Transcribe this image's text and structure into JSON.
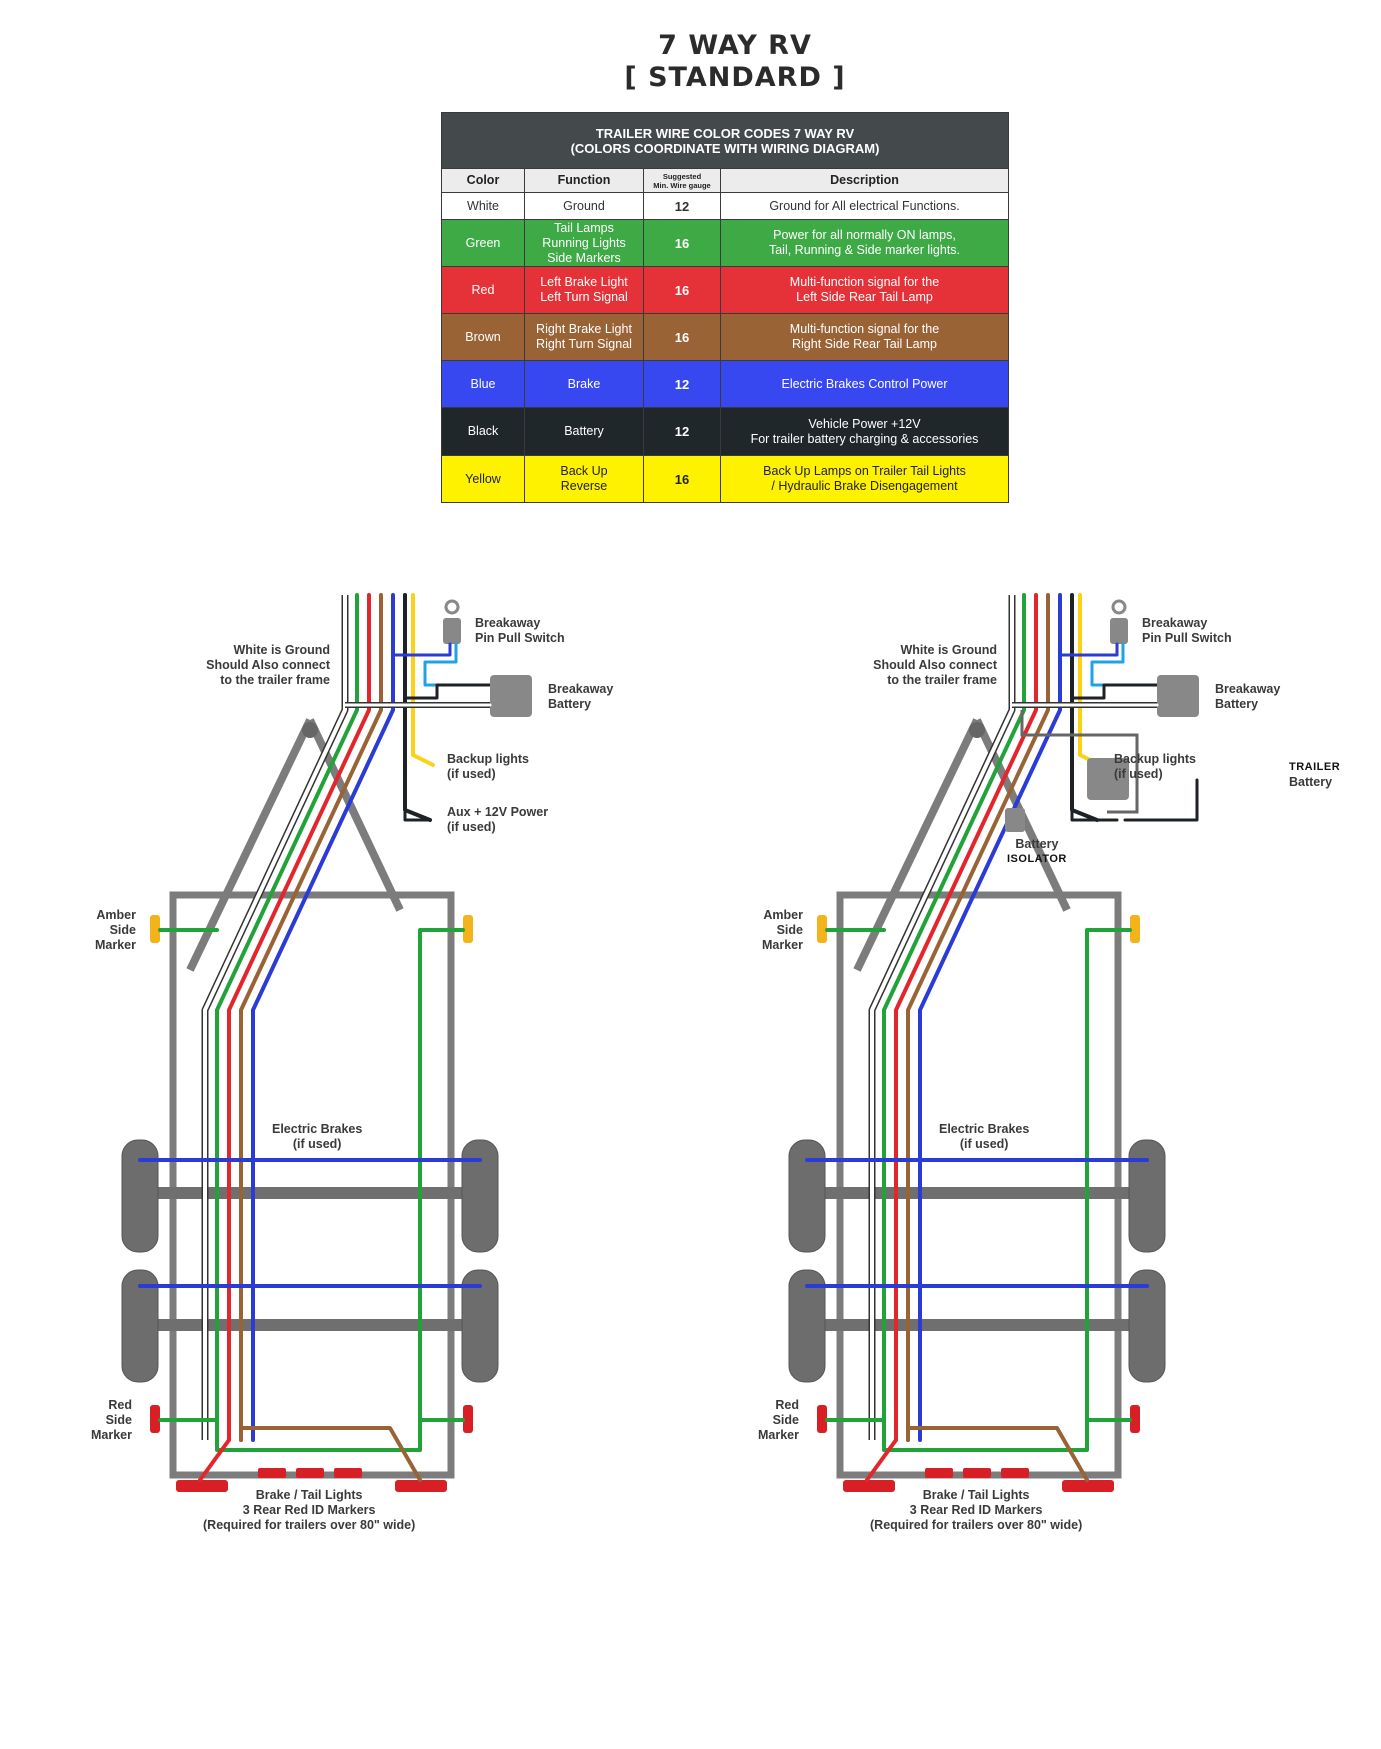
{
  "title": {
    "line1": "7 WAY RV",
    "line2": "[ STANDARD ]"
  },
  "table": {
    "heading_line1": "TRAILER WIRE COLOR CODES  7 WAY RV",
    "heading_line2": "(COLORS COORDINATE WITH WIRING DIAGRAM)",
    "columns": {
      "color": "Color",
      "function": "Function",
      "gauge_line1": "Suggested",
      "gauge_line2": "Min. Wire gauge",
      "description": "Description"
    },
    "rows": [
      {
        "color": "White",
        "function": [
          "Ground"
        ],
        "gauge": "12",
        "description": [
          "Ground for All electrical Functions."
        ],
        "bg": "#ffffff",
        "fg": "#333333"
      },
      {
        "color": "Green",
        "function": [
          "Tail Lamps",
          "Running Lights",
          "Side Markers"
        ],
        "gauge": "16",
        "description": [
          "Power for all normally ON lamps,",
          "Tail, Running & Side marker lights."
        ],
        "bg": "#3daa46",
        "fg": "#ffffff"
      },
      {
        "color": "Red",
        "function": [
          "Left Brake Light",
          "Left Turn Signal"
        ],
        "gauge": "16",
        "description": [
          "Multi-function signal for the",
          "Left Side Rear Tail Lamp"
        ],
        "bg": "#e53238",
        "fg": "#ffffff"
      },
      {
        "color": "Brown",
        "function": [
          "Right Brake Light",
          "Right Turn Signal"
        ],
        "gauge": "16",
        "description": [
          "Multi-function signal for the",
          "Right Side Rear Tail Lamp"
        ],
        "bg": "#9a6336",
        "fg": "#ffffff"
      },
      {
        "color": "Blue",
        "function": [
          "Brake"
        ],
        "gauge": "12",
        "description": [
          "Electric Brakes Control Power"
        ],
        "bg": "#3848f0",
        "fg": "#ffffff"
      },
      {
        "color": "Black",
        "function": [
          "Battery"
        ],
        "gauge": "12",
        "description": [
          "Vehicle Power +12V",
          "For trailer battery charging & accessories"
        ],
        "bg": "#1f272b",
        "fg": "#ffffff"
      },
      {
        "color": "Yellow",
        "function": [
          "Back Up",
          "Reverse"
        ],
        "gauge": "16",
        "description": [
          "Back Up Lamps on Trailer Tail Lights",
          "/ Hydraulic Brake Disengagement"
        ],
        "bg": "#fef200",
        "fg": "#222222"
      }
    ]
  },
  "wire_colors": {
    "white": "#ffffff",
    "green": "#22a339",
    "red": "#e3262c",
    "brown": "#9a6336",
    "blue": "#2b3bd6",
    "black": "#1c2226",
    "yellow": "#fbd215",
    "light_blue": "#1fa3e4",
    "frame": "#7c7c7c",
    "marker_amber": "#f3b41b",
    "marker_red": "#d81f26"
  },
  "diagrams": [
    {
      "variant": "standard",
      "labels": {
        "ground": [
          "White is Ground",
          "Should Also connect",
          "to the trailer frame"
        ],
        "pin_switch": [
          "Breakaway",
          "Pin Pull Switch"
        ],
        "breakaway_battery": [
          "Breakaway",
          "Battery"
        ],
        "backup": [
          "Backup lights",
          "(if used)"
        ],
        "aux": [
          "Aux + 12V Power",
          "(if used)"
        ],
        "amber": [
          "Amber",
          "Side",
          "Marker"
        ],
        "brakes": [
          "Electric Brakes",
          "(if used)"
        ],
        "red_marker": [
          "Red",
          "Side",
          "Marker"
        ],
        "rear": [
          "Brake / Tail Lights",
          "3 Rear Red ID Markers",
          "(Required for trailers over 80\" wide)"
        ]
      }
    },
    {
      "variant": "with-trailer-battery",
      "labels": {
        "ground": [
          "White is Ground",
          "Should Also connect",
          "to the trailer frame"
        ],
        "pin_switch": [
          "Breakaway",
          "Pin Pull Switch"
        ],
        "breakaway_battery": [
          "Breakaway",
          "Battery"
        ],
        "backup": [
          "Backup lights",
          "(if used)"
        ],
        "trailer_battery": [
          "TRAILER",
          "Battery"
        ],
        "isolator": [
          "Battery",
          "ISOLATOR"
        ],
        "amber": [
          "Amber",
          "Side",
          "Marker"
        ],
        "brakes": [
          "Electric Brakes",
          "(if used)"
        ],
        "red_marker": [
          "Red",
          "Side",
          "Marker"
        ],
        "rear": [
          "Brake / Tail Lights",
          "3 Rear Red ID Markers",
          "(Required for trailers over 80\" wide)"
        ]
      }
    }
  ]
}
